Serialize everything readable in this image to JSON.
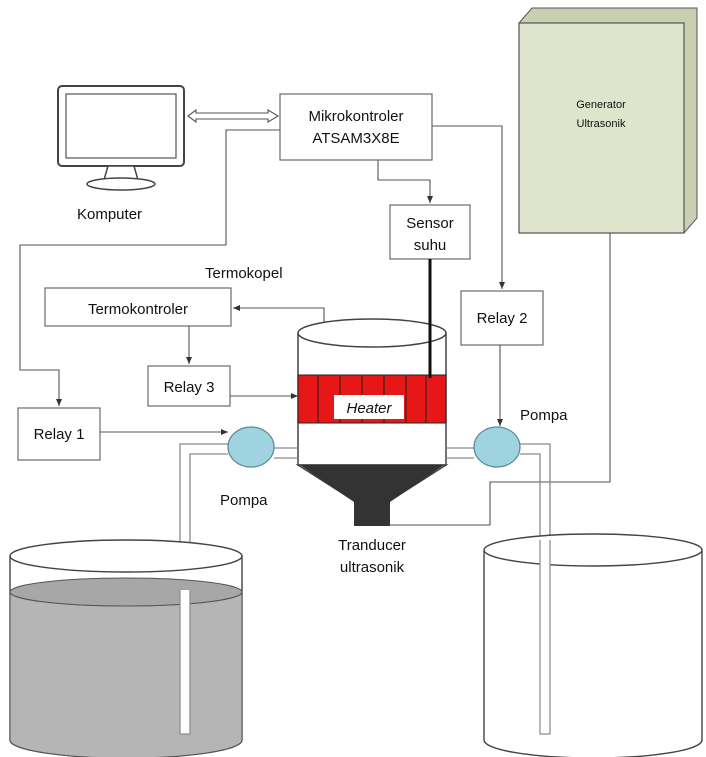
{
  "labels": {
    "computer": "Komputer",
    "micro_line1": "Mikrokontroler",
    "micro_line2": "ATSAM3X8E",
    "generator_line1": "Generator",
    "generator_line2": "Ultrasonik",
    "sensor_line1": "Sensor",
    "sensor_line2": "suhu",
    "thermocouple": "Termokopel",
    "thermocontroller": "Termokontroler",
    "relay1": "Relay 1",
    "relay2": "Relay 2",
    "relay3": "Relay 3",
    "heater": "Heater",
    "pump_left": "Pompa",
    "pump_right": "Pompa",
    "transducer_line1": "Tranducer",
    "transducer_line2": "ultrasonik"
  },
  "colors": {
    "heater": "#e81717",
    "pump": "#9fd3e0",
    "generator": "#dfe5cc",
    "transducer": "#333333",
    "tank_liquid": "#b5b5b5"
  }
}
